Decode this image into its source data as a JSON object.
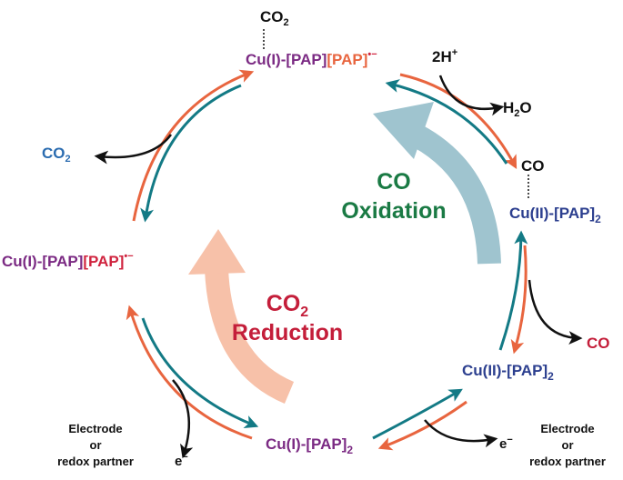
{
  "species": {
    "top": {
      "metal": "Cu(I)-[PAP]",
      "ligand": "[PAP]",
      "charge": "•−",
      "adduct": "CO",
      "adduct_sub": "2"
    },
    "left": {
      "metal": "Cu(I)-[PAP]",
      "ligand": "[PAP]",
      "charge": "•−"
    },
    "bottom": {
      "text": "Cu(I)-[PAP]",
      "sub": "2"
    },
    "right_upper": {
      "text": "Cu(II)-[PAP]",
      "sub": "2",
      "adduct": "CO"
    },
    "right_lower": {
      "text": "Cu(II)-[PAP]",
      "sub": "2"
    }
  },
  "small_molecules": {
    "co2_left": {
      "text": "CO",
      "sub": "2"
    },
    "protons": {
      "text": "2H",
      "sup": "+"
    },
    "water": {
      "h": "H",
      "sub": "2",
      "o": "O"
    },
    "co_right": "CO"
  },
  "electrons": {
    "left": {
      "e": "e",
      "sup": "−",
      "line1": "Electrode",
      "line2": "or",
      "line3": "redox partner"
    },
    "right": {
      "e": "e",
      "sup": "−",
      "line1": "Electrode",
      "line2": "or",
      "line3": "redox partner"
    }
  },
  "cycles": {
    "oxidation": {
      "line1": "CO",
      "line2": "Oxidation"
    },
    "reduction": {
      "line1": "CO",
      "line1_sub": "2",
      "line2": "Reduction"
    }
  },
  "colors": {
    "orange": "#e8653f",
    "teal": "#137a85",
    "salmon_arrow": "#f7c1a9",
    "steel_arrow": "#9fc4cf",
    "purple": "#7b2a83",
    "blue": "#2c3f8f",
    "red": "#d0243f",
    "green": "#1a7a44"
  }
}
